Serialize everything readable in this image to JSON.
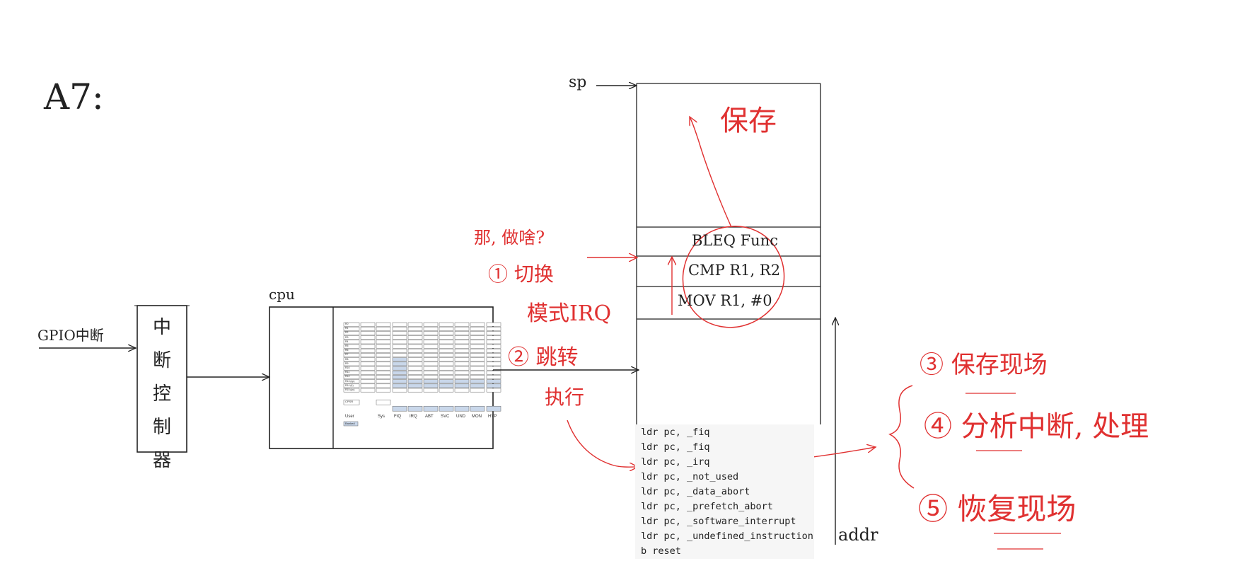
{
  "title": "A7:",
  "left_side": {
    "gpio_label": "GPIO中断",
    "controller_label": "中断控制器",
    "cpu_label": "cpu"
  },
  "register_table": {
    "modes": [
      "User",
      "Sys",
      "FIQ",
      "IRQ",
      "ABT",
      "SVC",
      "UND",
      "MON",
      "HYP"
    ],
    "registers": [
      "R0",
      "R1",
      "R2",
      "R3",
      "R4",
      "R5",
      "R6",
      "R7",
      "R8",
      "R9",
      "R10",
      "R11",
      "R12",
      "R13 (sp)",
      "R14 (lr)",
      "R15 (pc)"
    ],
    "cpsr_label": "CPSR",
    "banked_label": "Banked"
  },
  "stack": {
    "sp_label": "sp",
    "instructions": [
      "BLEQ  Func",
      "CMP  R1, R2",
      "MOV  R1, #0"
    ],
    "addr_label": "addr",
    "preserve_label": "保存"
  },
  "vector_table": [
    "ldr pc, _fiq",
    "ldr pc, _fiq",
    "ldr pc, _irq",
    "ldr pc, _not_used",
    "ldr pc, _data_abort",
    "ldr pc, _prefetch_abort",
    "ldr pc, _software_interrupt",
    "ldr pc, _undefined_instruction",
    "b   reset"
  ],
  "annotations": {
    "question": "那, 做啥?",
    "step1_line1": "① 切换",
    "step1_line2": "模式IRQ",
    "step2": "② 跳转",
    "exec": "执行",
    "step3": "③ 保存现场",
    "step4": "④ 分析中断, 处理",
    "step5": "⑤ 恢复现场"
  },
  "colors": {
    "ink": "#222222",
    "annotation": "#e03131",
    "code_bg": "#f6f6f6",
    "banked": "#c9d7ea"
  }
}
